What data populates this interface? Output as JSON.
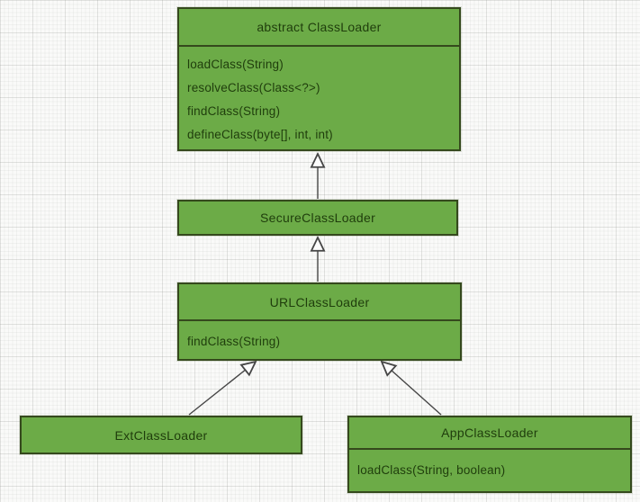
{
  "diagram": {
    "kind": "uml-class-diagram",
    "classes": [
      {
        "id": "classloader",
        "name": "abstract ClassLoader",
        "methods": [
          "loadClass(String)",
          "resolveClass(Class<?>)",
          "findClass(String)",
          "defineClass(byte[], int, int)"
        ]
      },
      {
        "id": "secure",
        "name": "SecureClassLoader",
        "methods": []
      },
      {
        "id": "url",
        "name": "URLClassLoader",
        "methods": [
          "findClass(String)"
        ]
      },
      {
        "id": "ext",
        "name": "ExtClassLoader",
        "methods": []
      },
      {
        "id": "app",
        "name": "AppClassLoader",
        "methods": [
          "loadClass(String, boolean)"
        ]
      }
    ],
    "relations": [
      {
        "from": "SecureClassLoader",
        "to": "abstract ClassLoader",
        "type": "generalization"
      },
      {
        "from": "URLClassLoader",
        "to": "SecureClassLoader",
        "type": "generalization"
      },
      {
        "from": "ExtClassLoader",
        "to": "URLClassLoader",
        "type": "generalization"
      },
      {
        "from": "AppClassLoader",
        "to": "URLClassLoader",
        "type": "generalization"
      }
    ],
    "colors": {
      "box_fill": "#6cab47",
      "box_border": "#35491d",
      "text": "#1f3d0c",
      "arrow_stroke": "#454545",
      "arrowhead_fill": "#fcfcfc",
      "background": "#fafaf9",
      "grid_minor": "#efefee",
      "grid_major": "#e2e3e1"
    }
  }
}
